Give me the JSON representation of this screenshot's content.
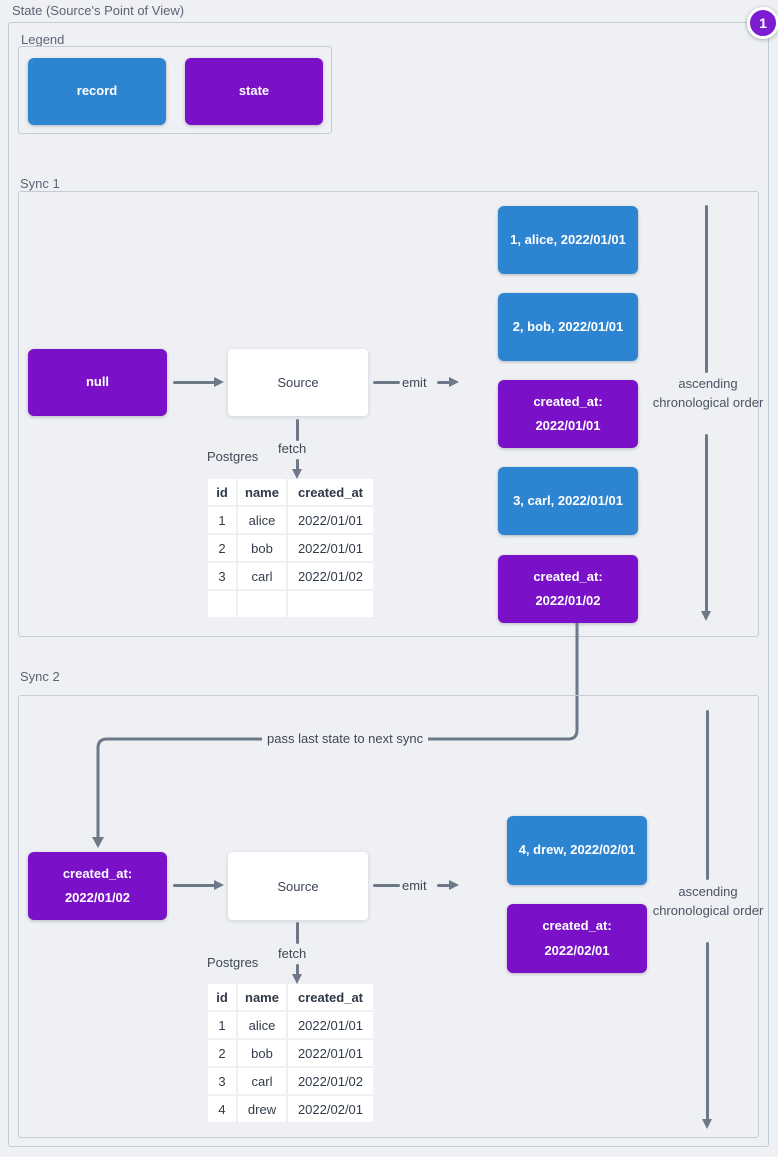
{
  "title": "State (Source's Point of View)",
  "badge": "1",
  "colors": {
    "record": "#2d85d2",
    "state": "#7a10c8",
    "badge": "#7d1dd1",
    "line": "#6d7888",
    "frame_border": "#c4ccd9",
    "background": "#eef0f4"
  },
  "legend": {
    "label": "Legend",
    "record_label": "record",
    "state_label": "state"
  },
  "connector_label": "pass last state to next sync",
  "sync1": {
    "label": "Sync 1",
    "input_state": "null",
    "source": "Source",
    "emit": "emit",
    "fetch": "fetch",
    "db_label": "Postgres",
    "order_label": "ascending chronological order",
    "stream": [
      {
        "type": "record",
        "text": "1, alice, 2022/01/01"
      },
      {
        "type": "record",
        "text": "2, bob, 2022/01/01"
      },
      {
        "type": "state",
        "text": "created_at:\n2022/01/01"
      },
      {
        "type": "record",
        "text": "3, carl, 2022/01/01"
      },
      {
        "type": "state",
        "text": "created_at:\n2022/01/02"
      }
    ],
    "table": {
      "headers": [
        "id",
        "name",
        "created_at"
      ],
      "rows": [
        [
          "1",
          "alice",
          "2022/01/01"
        ],
        [
          "2",
          "bob",
          "2022/01/01"
        ],
        [
          "3",
          "carl",
          "2022/01/02"
        ],
        [
          "",
          "",
          ""
        ]
      ]
    }
  },
  "sync2": {
    "label": "Sync 2",
    "input_state": "created_at:\n2022/01/02",
    "source": "Source",
    "emit": "emit",
    "fetch": "fetch",
    "db_label": "Postgres",
    "order_label": "ascending chronological order",
    "stream": [
      {
        "type": "record",
        "text": "4, drew, 2022/02/01"
      },
      {
        "type": "state",
        "text": "created_at:\n2022/02/01"
      }
    ],
    "table": {
      "headers": [
        "id",
        "name",
        "created_at"
      ],
      "rows": [
        [
          "1",
          "alice",
          "2022/01/01"
        ],
        [
          "2",
          "bob",
          "2022/01/01"
        ],
        [
          "3",
          "carl",
          "2022/01/02"
        ],
        [
          "4",
          "drew",
          "2022/02/01"
        ]
      ]
    }
  }
}
